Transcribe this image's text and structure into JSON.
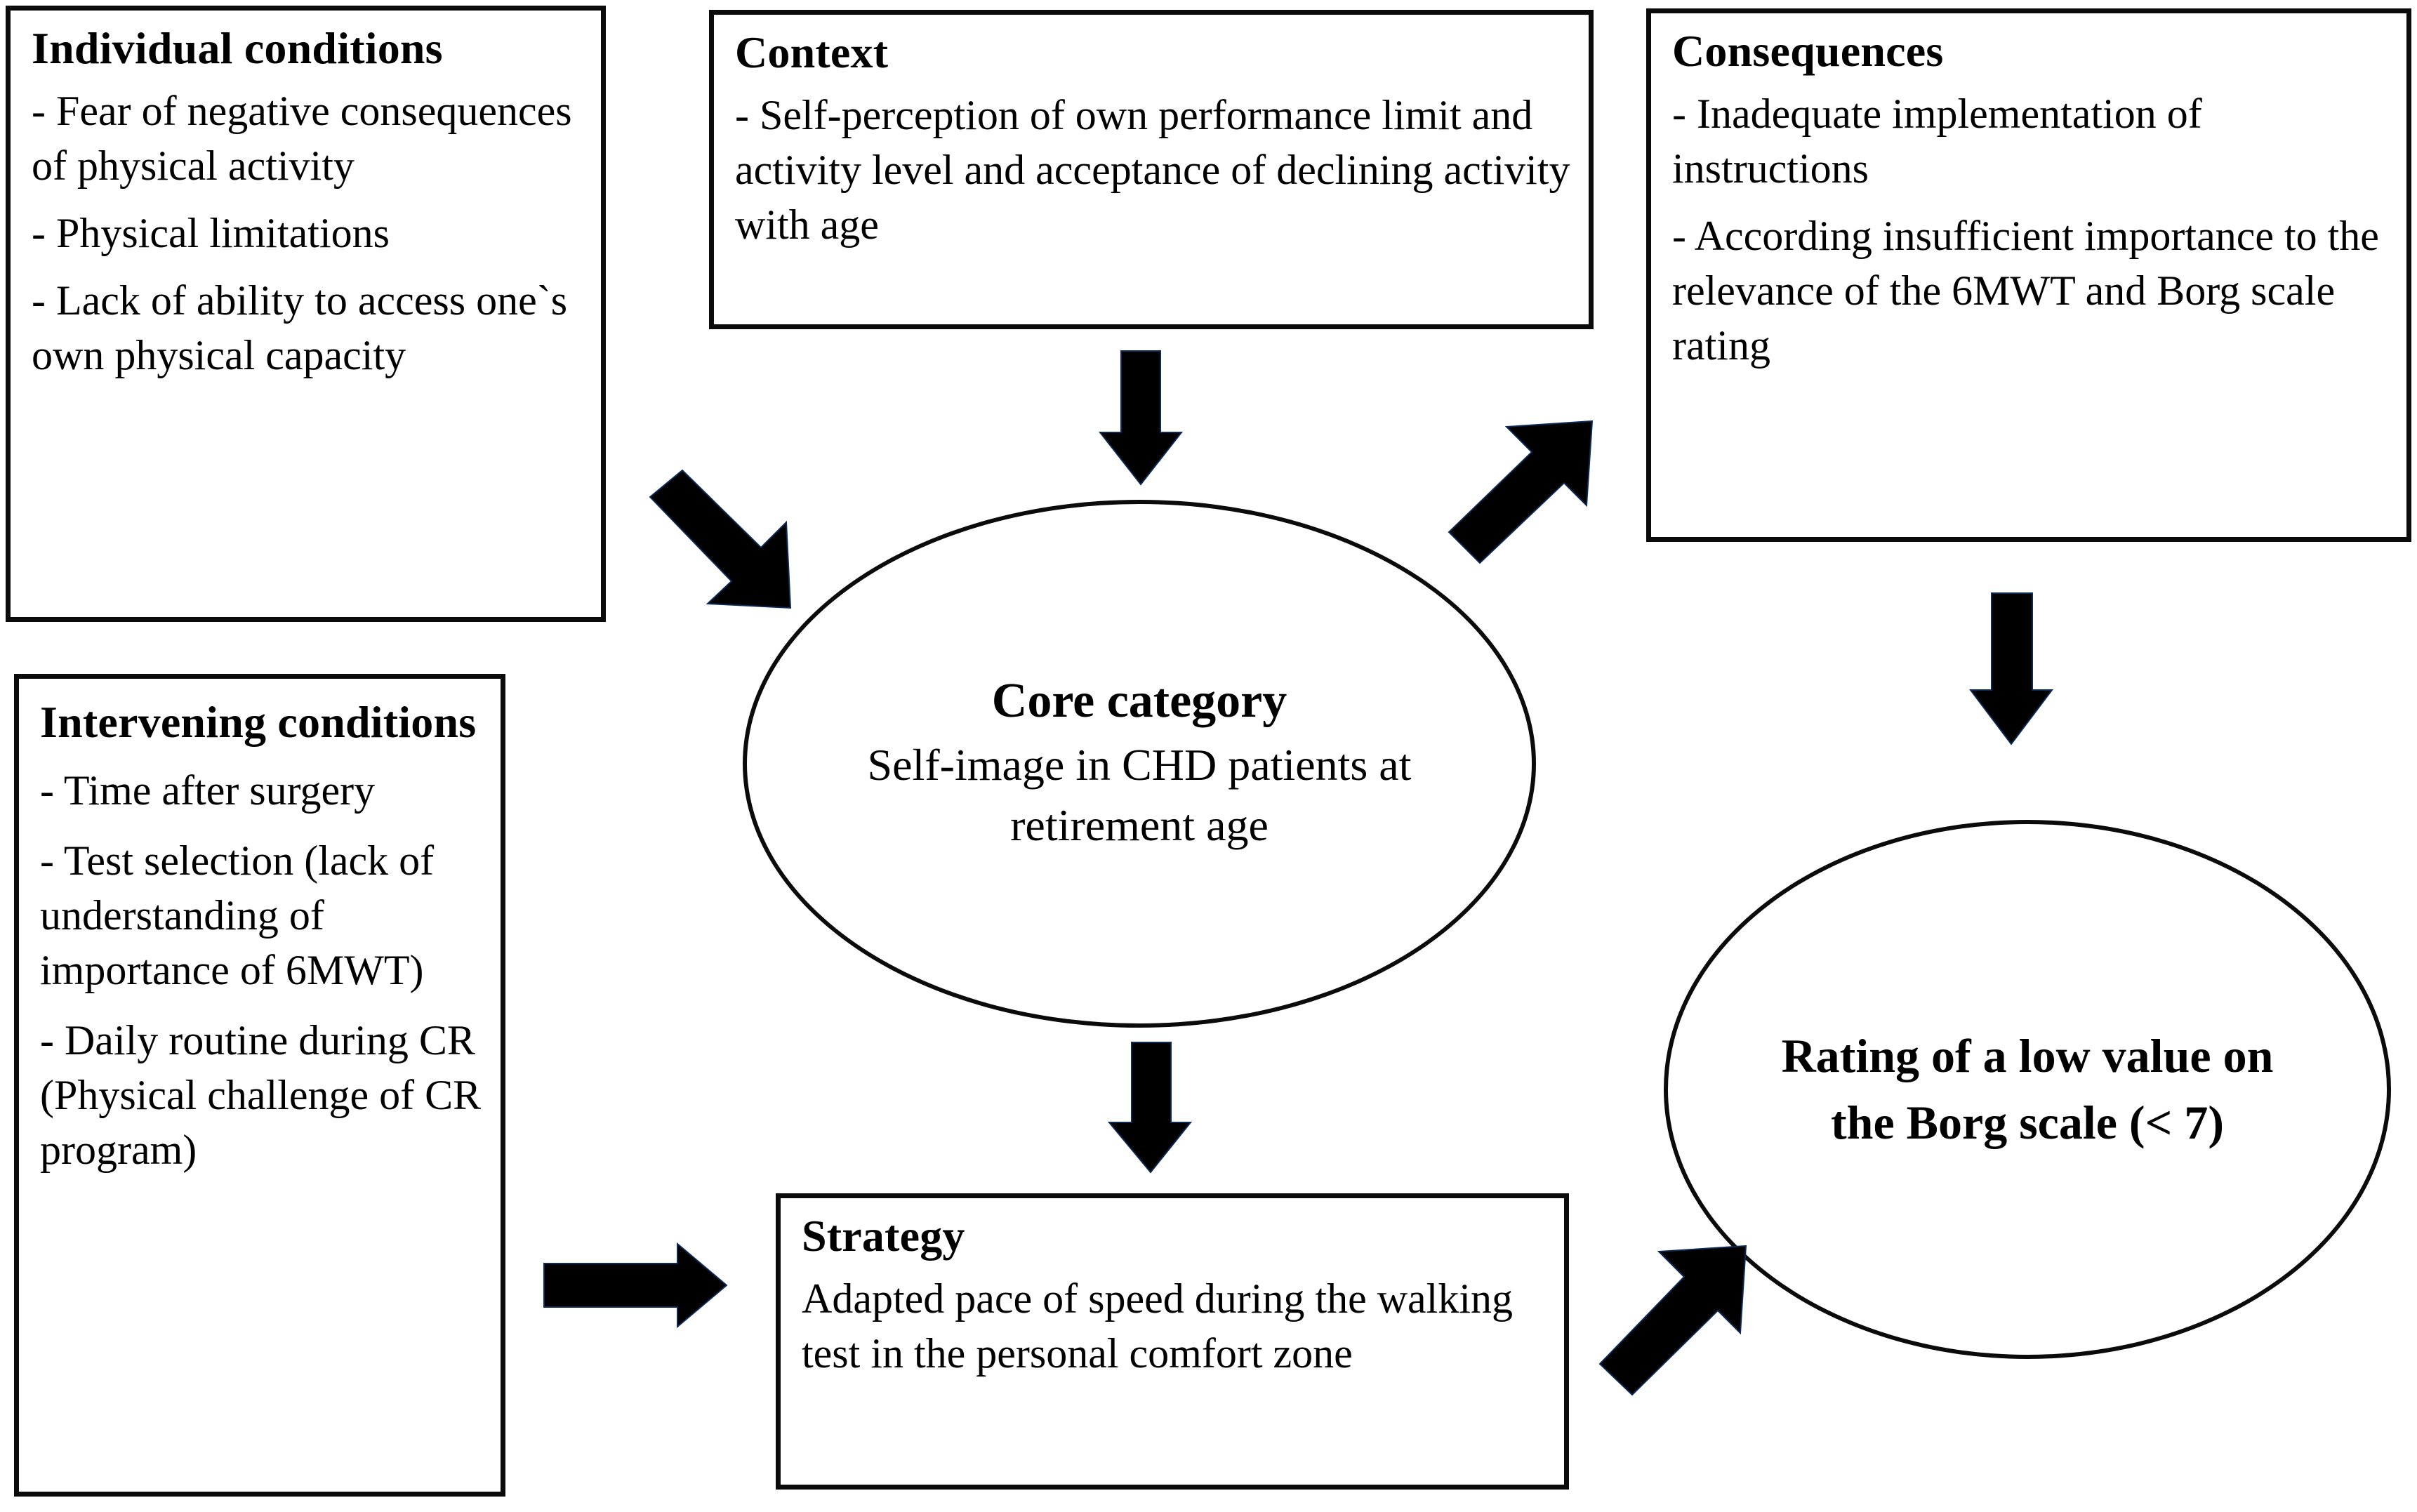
{
  "diagram": {
    "type": "grounded-theory paradigm model",
    "accent_color": "#000000",
    "background_color": "#ffffff"
  },
  "boxes": {
    "individual_conditions": {
      "title": "Individual conditions",
      "lines": [
        "- Fear of negative consequences of physical activity",
        "- Physical limitations",
        "- Lack of ability to access one`s own physical capacity"
      ]
    },
    "context": {
      "title": "Context",
      "lines": [
        "- Self-perception of own performance limit and activity level and acceptance of declining activity with age"
      ]
    },
    "consequences": {
      "title": "Consequences",
      "lines": [
        "- Inadequate implementation of instructions",
        "- According insufficient importance to the relevance of the 6MWT and Borg scale rating"
      ]
    },
    "intervening_conditions": {
      "title": "Intervening conditions",
      "lines": [
        "- Time after surgery",
        "- Test selection (lack of understanding of importance of 6MWT)",
        "- Daily routine during CR (Physical challenge of CR program)"
      ]
    },
    "strategy": {
      "title": "Strategy",
      "lines": [
        "Adapted pace of speed during the walking test in the personal comfort zone"
      ]
    }
  },
  "ellipses": {
    "core_category": {
      "title": "Core category",
      "body": "Self-image in CHD patients at retirement age"
    },
    "borg_rating": {
      "body": "Rating of a low value on the Borg scale (< 7)"
    }
  },
  "arrows": [
    {
      "name": "individual-conditions-to-core",
      "direction": "down-right"
    },
    {
      "name": "context-to-core",
      "direction": "down"
    },
    {
      "name": "core-to-consequences",
      "direction": "up-right"
    },
    {
      "name": "consequences-to-borg-rating",
      "direction": "down"
    },
    {
      "name": "core-to-strategy",
      "direction": "down"
    },
    {
      "name": "intervening-conditions-to-strategy",
      "direction": "right"
    },
    {
      "name": "strategy-to-borg-rating",
      "direction": "up-right"
    }
  ]
}
